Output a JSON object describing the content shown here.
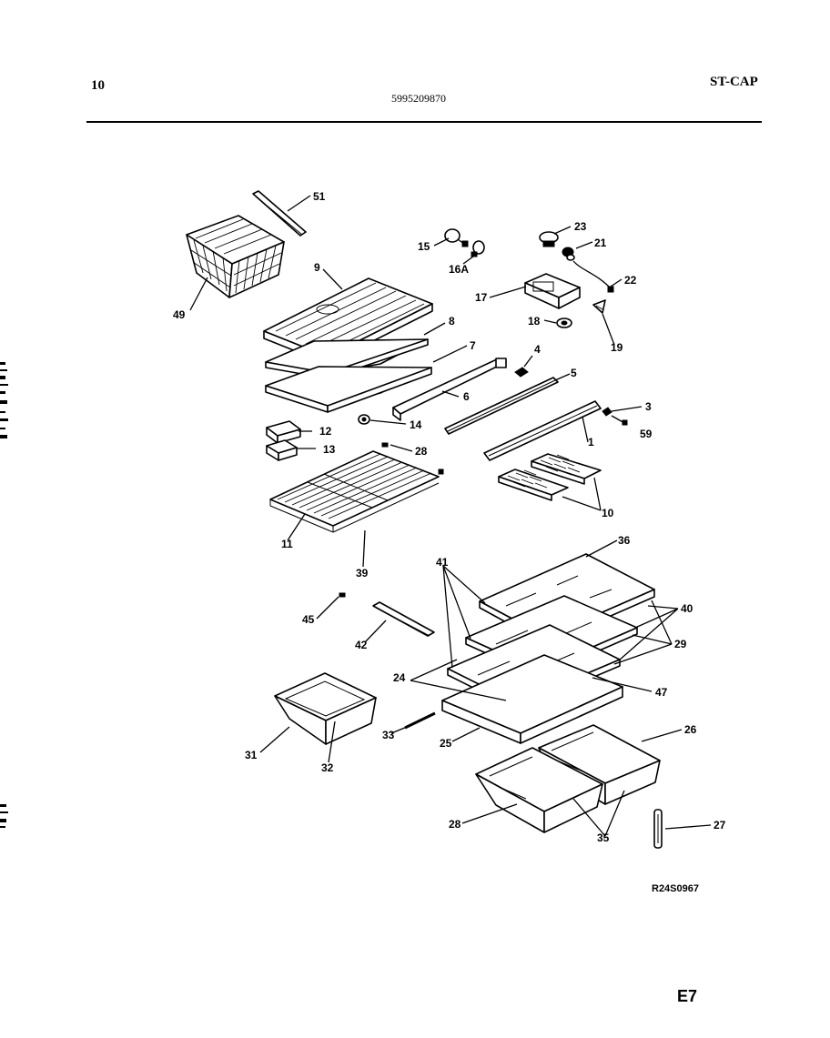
{
  "header": {
    "page_number": "10",
    "part_number": "5995209870",
    "model_code": "ST-CAP"
  },
  "diagram": {
    "reference_code": "R24S0967",
    "section_code": "E7",
    "callouts": {
      "c51": "51",
      "c49": "49",
      "c9": "9",
      "c8": "8",
      "c7": "7",
      "c6": "6",
      "c15": "15",
      "c16a": "16A",
      "c23": "23",
      "c21": "21",
      "c22": "22",
      "c17": "17",
      "c18": "18",
      "c19": "19",
      "c4": "4",
      "c5": "5",
      "c3": "3",
      "c59": "59",
      "c1": "1",
      "c14": "14",
      "c12": "12",
      "c13": "13",
      "c28": "28",
      "c10": "10",
      "c11": "11",
      "c39": "39",
      "c41": "41",
      "c36": "36",
      "c40": "40",
      "c29": "29",
      "c45": "45",
      "c42": "42",
      "c24": "24",
      "c47": "47",
      "c33": "33",
      "c25": "25",
      "c31": "31",
      "c32": "32",
      "c26": "26",
      "c28b": "28",
      "c35": "35",
      "c27": "27"
    }
  }
}
